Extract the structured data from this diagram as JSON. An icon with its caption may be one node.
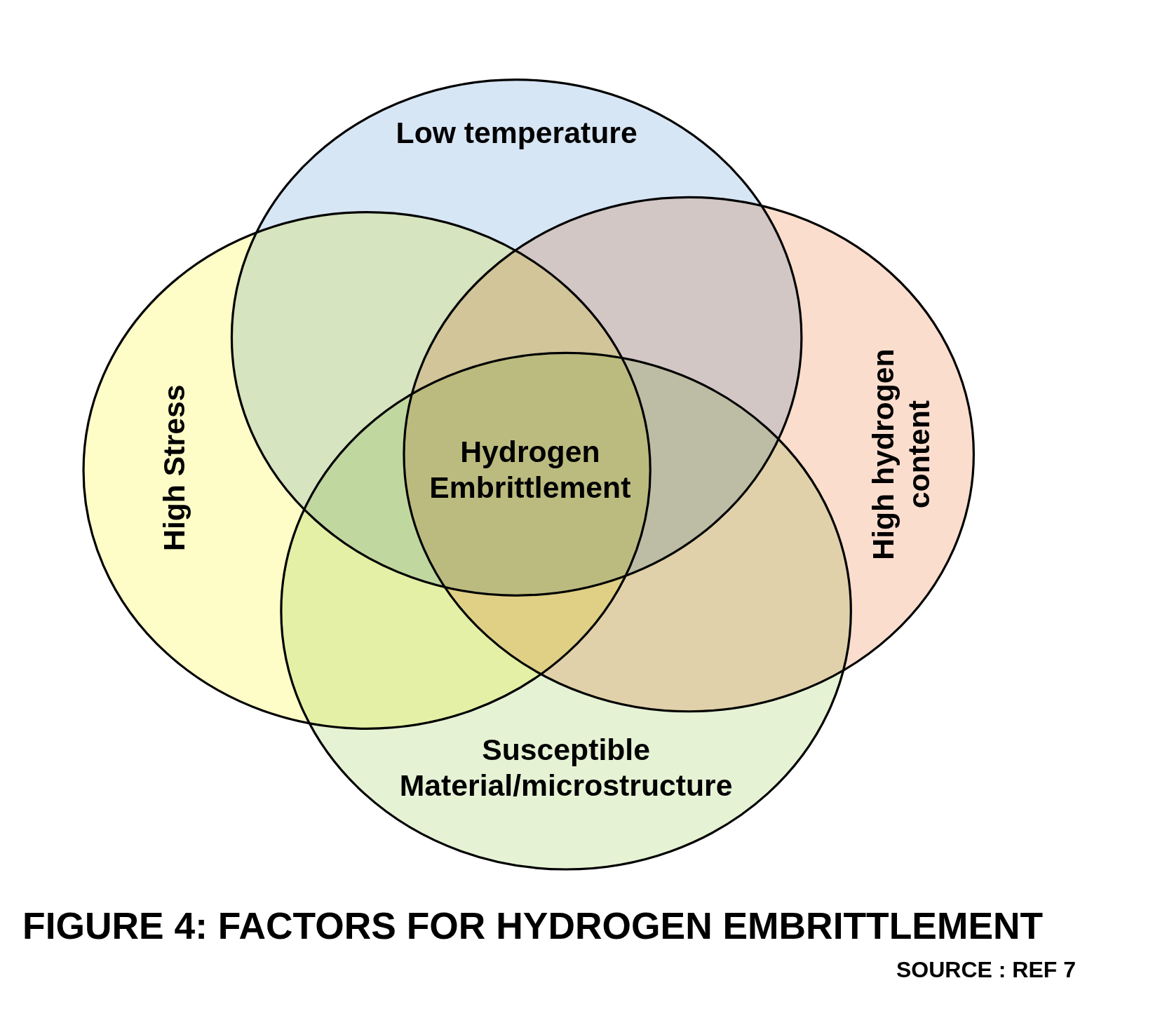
{
  "diagram": {
    "caption": "FIGURE 4: FACTORS FOR HYDROGEN EMBRITTLEMENT",
    "nodes": [
      {
        "text": [
          "Low temperature"
        ]
      },
      {
        "text": [
          "High Stress"
        ]
      },
      {
        "text": [
          "High hydrogen content"
        ]
      },
      {
        "text": [
          "Susceptible Material/microstructure"
        ]
      }
    ],
    "edges": [],
    "labels": [
      "Hydrogen Embrittlement",
      "SOURCE : REF 7"
    ]
  }
}
